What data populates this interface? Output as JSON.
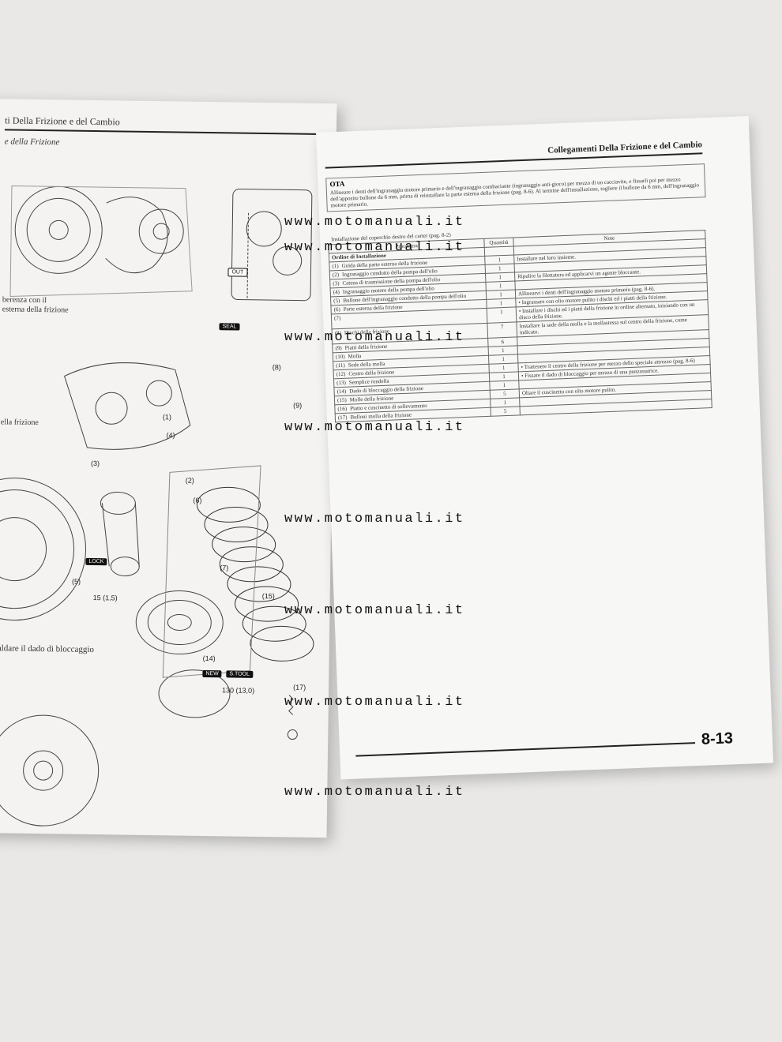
{
  "left_page": {
    "header": "ti Della Frizione e del Cambio",
    "section": "e della Frizione",
    "note1": [
      "berenza con il",
      "esterna della frizione"
    ],
    "note2": "ella frizione",
    "note3": "aldare il dado di bloccaggio",
    "callouts": [
      "(1)",
      "(2)",
      "(3)",
      "(4)",
      "(5)",
      "(6)",
      "(7)",
      "(8)",
      "(9)",
      "(14)",
      "(15)",
      "(17)"
    ],
    "torque1": "15 (1,5)",
    "torque2": "130 (13,0)",
    "tags": [
      "SEAL",
      "LOCK",
      "NEW",
      "S.TOOL"
    ],
    "out_label": "OUT"
  },
  "right_page": {
    "header": "Collegamenti Della Frizione e del Cambio",
    "nota_label": "OTA",
    "nota_text": "Allineare i denti dell'ingranaggio motore primario e dell'ingranaggio combaciante (ingranaggio anti-gioco) per mezzo di un cacciavite, e fissarli poi per mezzo dell'apposito bullone da 6 mm, prima di reinstallare la parte esterna della frizione (pag. 8-6). Al termine dell'installazione, togliere il bullone da 6 mm, dell'ingranaggio motore primario.",
    "install_line": "Installazione del coperchio destro del carter (pag. 8-2)",
    "table_headers": [
      "Procedura",
      "Quantità",
      "Note"
    ],
    "order_title": "Ordine di Installazione",
    "rows": [
      {
        "n": "(1)",
        "p": "Guida della parte esterna della frizione",
        "q": "1",
        "note": "Installare nel loro insieme."
      },
      {
        "n": "(2)",
        "p": "Ingranaggio condotto della pompa dell'olio",
        "q": "1",
        "note": ""
      },
      {
        "n": "(3)",
        "p": "Catena di trasmissione della pompa dell'olio",
        "q": "1",
        "note": "Ripulire la filettatura ed applicarvi un agente bloccante."
      },
      {
        "n": "(4)",
        "p": "Ingranaggio motore della pompa dell'olio",
        "q": "1",
        "note": ""
      },
      {
        "n": "(5)",
        "p": "Bullone dell'ingranaggio condotto della pompa dell'olio",
        "q": "1",
        "note": "Allinearvi i denti dell'ingranaggio motore primario (pag. 8-6)."
      },
      {
        "n": "(6)",
        "p": "Parte esterna della frizione",
        "q": "1",
        "note": "• Ingrassare con olio motore pulito i dischi ed i piatti della frizione."
      },
      {
        "n": "(7)",
        "p": "",
        "q": "1",
        "note": "• Installare i dischi ed i piatti della frizione in ordine alternato, iniziando con un disco della frizione."
      },
      {
        "n": "(8)",
        "p": "Dischi della frizione",
        "q": "7",
        "note": "Installare la sede della molla e la mollastessa sul centro della frizione, come indicato."
      },
      {
        "n": "(9)",
        "p": "Piatti della frizione",
        "q": "6",
        "note": ""
      },
      {
        "n": "(10)",
        "p": "Molla",
        "q": "1",
        "note": ""
      },
      {
        "n": "(11)",
        "p": "Sede della molla",
        "q": "1",
        "note": ""
      },
      {
        "n": "(12)",
        "p": "Centro della frizione",
        "q": "1",
        "note": "• Trattenere il centro della frizione per mezzo dello speciale attrezzo (pag. 8-6)"
      },
      {
        "n": "(13)",
        "p": "Semplice rondella",
        "q": "1",
        "note": "• Fissare il dado di bloccaggio per mezzo di una punzonatrice."
      },
      {
        "n": "(14)",
        "p": "Dado di bloccaggio della frizione",
        "q": "1",
        "note": ""
      },
      {
        "n": "(15)",
        "p": "Molle della frizione",
        "q": "5",
        "note": "Oliare il cuscinetto con olio motore pulito."
      },
      {
        "n": "(16)",
        "p": "Piatto e cuscinetto di sollevamento",
        "q": "1",
        "note": ""
      },
      {
        "n": "(17)",
        "p": "Bulloni molla della frizione",
        "q": "5",
        "note": ""
      }
    ],
    "page_number": "8-13"
  },
  "watermarks": [
    "www.motomanuali.it",
    "www.motomanuali.it",
    "www.motomanuali.it",
    "www.motomanuali.it",
    "www.motomanuali.it",
    "www.motomanuali.it",
    "www.motomanuali.it",
    "www.motomanuali.it"
  ]
}
